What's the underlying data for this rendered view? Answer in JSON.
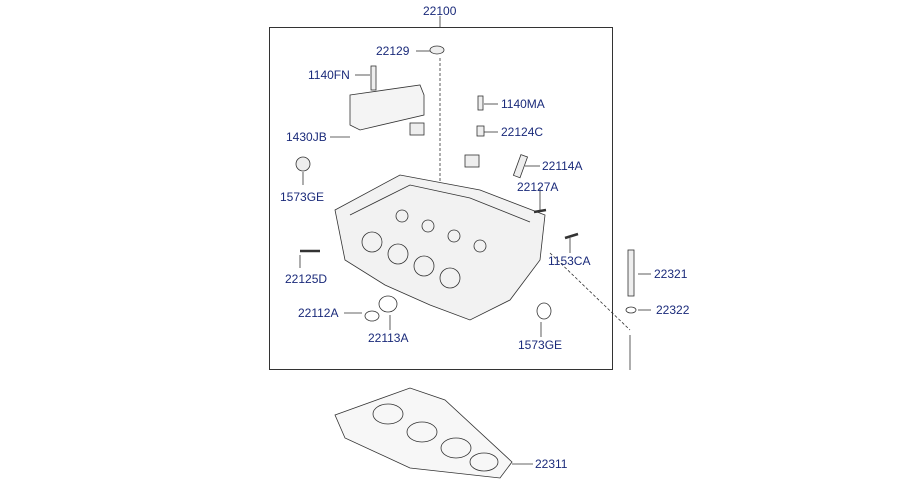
{
  "diagram": {
    "assembly_label": "22100",
    "parts": {
      "p22129": "22129",
      "p1140FN": "1140FN",
      "p1140MA": "1140MA",
      "p1430JB": "1430JB",
      "p22124C": "22124C",
      "p22114A": "22114A",
      "p22127A": "22127A",
      "p1573GE_top": "1573GE",
      "p1153CA": "1153CA",
      "p22125D": "22125D",
      "p22321": "22321",
      "p22322": "22322",
      "p22112A": "22112A",
      "p22113A": "22113A",
      "p1573GE_bottom": "1573GE",
      "p22311": "22311"
    },
    "colors": {
      "label": "#1a2a7a",
      "line": "#333333"
    }
  }
}
